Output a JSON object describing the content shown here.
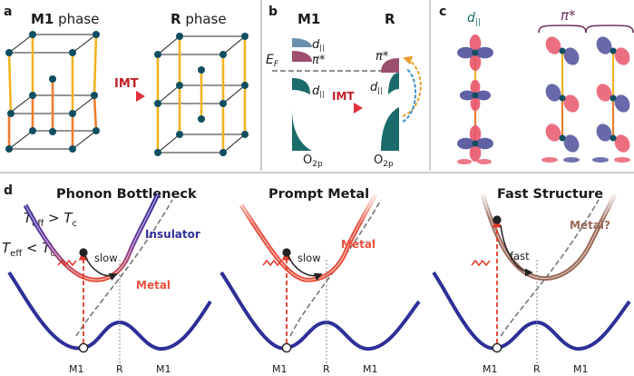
{
  "colors": {
    "lattice": "#2a2a2a",
    "bond_yellow": "#f0b323",
    "bond_orange": "#ee7d2d",
    "atom": "#0f4e60",
    "teal": "#1b6b6b",
    "teal_light": "#4fa0a0",
    "d_par": "#6a90ad",
    "pi_star": "#9c4f6e",
    "lobe_red": "#e8566b",
    "lobe_blue": "#4f4f9a",
    "insulator": "#2e2f97",
    "metal": "#e8503e",
    "metal_q": "#9a6a58",
    "ghost": "#777777",
    "pulse": "#e23b2a",
    "arrow_orange": "#e8a030",
    "arrow_blue": "#3f8fc9"
  },
  "panel_a": {
    "label": "a",
    "m1_bold": "M1",
    "m1_rest": " phase",
    "r_bold": "R",
    "r_rest": " phase",
    "arrow": "IMT"
  },
  "panel_b": {
    "label": "b",
    "m1": "M1",
    "r": "R",
    "ef_main": "E",
    "ef_sub": "F",
    "dpar_main": "d",
    "dpar_sub": "||",
    "pi": "π*",
    "o2p_main": "O",
    "o2p_sub": "2p",
    "arrow": "IMT"
  },
  "panel_c": {
    "label": "c",
    "dpar_main": "d",
    "dpar_sub": "||",
    "pi": "π*"
  },
  "panel_d": {
    "label": "d",
    "t_gt_main": "T",
    "t_gt_sub1": "eff",
    "t_gt_op": " > ",
    "t_gt_T": "T",
    "t_gt_sub2": "c",
    "t_lt_main": "T",
    "t_lt_sub1": "eff",
    "t_lt_op": " < ",
    "t_lt_T": "T",
    "t_lt_sub2": "c",
    "panels": [
      {
        "title": "Phonon Bottleneck",
        "speed": "slow",
        "upper_label": "Insulator",
        "lower_label": "Metal"
      },
      {
        "title": "Prompt Metal",
        "speed": "slow",
        "upper_label": "Metal"
      },
      {
        "title": "Fast Structure",
        "speed": "fast",
        "upper_label": "Metal?"
      }
    ],
    "axis": {
      "m1": "M1",
      "r": "R"
    }
  }
}
